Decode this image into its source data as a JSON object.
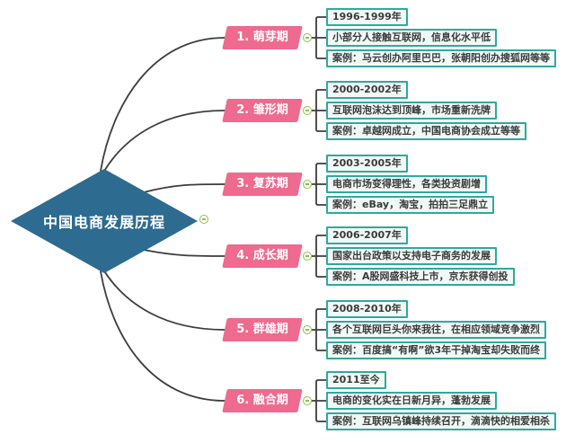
{
  "root": {
    "label": "中国电商发展历程"
  },
  "branches": [
    {
      "label": "1. 萌芽期",
      "items": [
        "1996-1999年",
        "小部分人接触互联网，信息化水平低",
        "案例：马云创办阿里巴巴，张朝阳创办搜狐网等等"
      ]
    },
    {
      "label": "2. 雏形期",
      "items": [
        "2000-2002年",
        "互联网泡沫达到顶峰，市场重新洗牌",
        "案例：卓越网成立，中国电商协会成立等等"
      ]
    },
    {
      "label": "3. 复苏期",
      "items": [
        "2003-2005年",
        "电商市场变得理性，各类投资剧增",
        "案例：eBay，淘宝，拍拍三足鼎立"
      ]
    },
    {
      "label": "4. 成长期",
      "items": [
        "2006-2007年",
        "国家出台政策以支持电子商务的发展",
        "案例：A股网盛科技上市，京东获得创投"
      ]
    },
    {
      "label": "5. 群雄期",
      "items": [
        "2008-2010年",
        "各个互联网巨头你来我往，在相应领域竞争激烈",
        "案例：百度搞“有啊”欲3年干掉淘宝却失败而终"
      ]
    },
    {
      "label": "6. 融合期",
      "items": [
        "2011至今",
        "电商的变化实在日新月异，蓬勃发展",
        "案例：互联网乌镇峰持续召开，滴滴快的相爱相杀"
      ]
    }
  ],
  "icons": {
    "collapse": "minus-in-circle"
  },
  "colors": {
    "root_fill": "#2d6b90",
    "stage_fill": "#ee6a8e",
    "item_border": "#30a89d",
    "item_fill": "#f1f9f6",
    "line": "#3c3c3c",
    "collapse_green": "#8bc34a",
    "root_text": "#ffffff",
    "item_text": "#3a3a3a"
  }
}
